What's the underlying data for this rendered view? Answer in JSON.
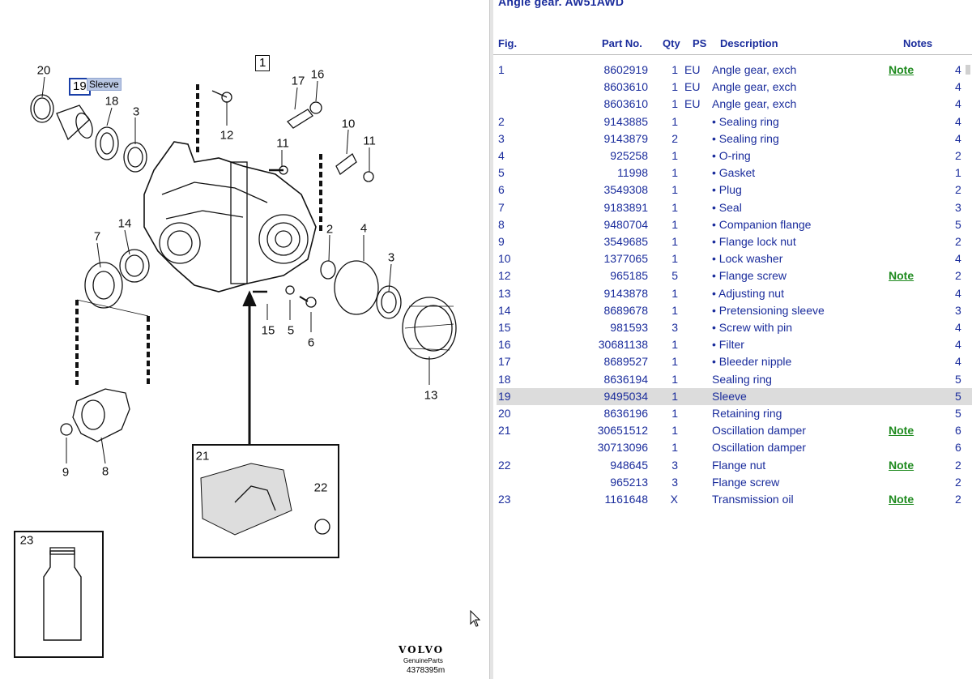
{
  "title": "Angle gear. AW51AWD",
  "columns": {
    "fig": "Fig.",
    "part_no": "Part No.",
    "qty": "Qty",
    "ps": "PS",
    "description": "Description",
    "notes": "Notes"
  },
  "rows": [
    {
      "fig": "1",
      "part_no": "8602919",
      "qty": "1",
      "ps": "EU",
      "description": "Angle gear, exch",
      "note": "Note",
      "page": "4"
    },
    {
      "fig": "",
      "part_no": "8603610",
      "qty": "1",
      "ps": "EU",
      "description": "Angle gear, exch",
      "note": "",
      "page": "4"
    },
    {
      "fig": "",
      "part_no": "8603610",
      "qty": "1",
      "ps": "EU",
      "description": "Angle gear, exch",
      "note": "",
      "page": "4"
    },
    {
      "fig": "2",
      "part_no": "9143885",
      "qty": "1",
      "ps": "",
      "description": "• Sealing ring",
      "note": "",
      "page": "4"
    },
    {
      "fig": "3",
      "part_no": "9143879",
      "qty": "2",
      "ps": "",
      "description": "• Sealing ring",
      "note": "",
      "page": "4"
    },
    {
      "fig": "4",
      "part_no": "925258",
      "qty": "1",
      "ps": "",
      "description": "• O-ring",
      "note": "",
      "page": "2"
    },
    {
      "fig": "5",
      "part_no": "11998",
      "qty": "1",
      "ps": "",
      "description": "• Gasket",
      "note": "",
      "page": "1"
    },
    {
      "fig": "6",
      "part_no": "3549308",
      "qty": "1",
      "ps": "",
      "description": "• Plug",
      "note": "",
      "page": "2"
    },
    {
      "fig": "7",
      "part_no": "9183891",
      "qty": "1",
      "ps": "",
      "description": "• Seal",
      "note": "",
      "page": "3"
    },
    {
      "fig": "8",
      "part_no": "9480704",
      "qty": "1",
      "ps": "",
      "description": "• Companion flange",
      "note": "",
      "page": "5"
    },
    {
      "fig": "9",
      "part_no": "3549685",
      "qty": "1",
      "ps": "",
      "description": "• Flange lock nut",
      "note": "",
      "page": "2"
    },
    {
      "fig": "10",
      "part_no": "1377065",
      "qty": "1",
      "ps": "",
      "description": "• Lock washer",
      "note": "",
      "page": "4"
    },
    {
      "fig": "12",
      "part_no": "965185",
      "qty": "5",
      "ps": "",
      "description": "• Flange screw",
      "note": "Note",
      "page": "2"
    },
    {
      "fig": "13",
      "part_no": "9143878",
      "qty": "1",
      "ps": "",
      "description": "• Adjusting nut",
      "note": "",
      "page": "4"
    },
    {
      "fig": "14",
      "part_no": "8689678",
      "qty": "1",
      "ps": "",
      "description": "• Pretensioning sleeve",
      "note": "",
      "page": "3"
    },
    {
      "fig": "15",
      "part_no": "981593",
      "qty": "3",
      "ps": "",
      "description": "• Screw with pin",
      "note": "",
      "page": "4"
    },
    {
      "fig": "16",
      "part_no": "30681138",
      "qty": "1",
      "ps": "",
      "description": "• Filter",
      "note": "",
      "page": "4"
    },
    {
      "fig": "17",
      "part_no": "8689527",
      "qty": "1",
      "ps": "",
      "description": "• Bleeder nipple",
      "note": "",
      "page": "4"
    },
    {
      "fig": "18",
      "part_no": "8636194",
      "qty": "1",
      "ps": "",
      "description": "Sealing ring",
      "note": "",
      "page": "5"
    },
    {
      "fig": "19",
      "part_no": "9495034",
      "qty": "1",
      "ps": "",
      "description": "Sleeve",
      "note": "",
      "page": "5"
    },
    {
      "fig": "20",
      "part_no": "8636196",
      "qty": "1",
      "ps": "",
      "description": "Retaining ring",
      "note": "",
      "page": "5"
    },
    {
      "fig": "21",
      "part_no": "30651512",
      "qty": "1",
      "ps": "",
      "description": "Oscillation damper",
      "note": "Note",
      "page": "6"
    },
    {
      "fig": "",
      "part_no": "30713096",
      "qty": "1",
      "ps": "",
      "description": "Oscillation damper",
      "note": "",
      "page": "6"
    },
    {
      "fig": "22",
      "part_no": "948645",
      "qty": "3",
      "ps": "",
      "description": "Flange nut",
      "note": "Note",
      "page": "2"
    },
    {
      "fig": "",
      "part_no": "965213",
      "qty": "3",
      "ps": "",
      "description": "Flange screw",
      "note": "",
      "page": "2"
    },
    {
      "fig": "23",
      "part_no": "1161648",
      "qty": "X",
      "ps": "",
      "description": "Transmission oil",
      "note": "Note",
      "page": "2"
    }
  ],
  "selected_row": 19,
  "diagram": {
    "callouts": [
      "20",
      "18",
      "3",
      "17",
      "16",
      "12",
      "11",
      "10",
      "11",
      "14",
      "7",
      "2",
      "4",
      "3",
      "15",
      "5",
      "6",
      "13",
      "9",
      "8",
      "21",
      "22",
      "23"
    ],
    "main_box": "1",
    "selected_fig": "19",
    "selected_tag": "Sleeve",
    "brand": "VOLVO",
    "brand_sub": "GenuineParts",
    "drawing_no": "4378395m"
  },
  "colors": {
    "row_text": "#1a2c9c",
    "note_link": "#1e8a1e",
    "selection": "#dcdcdc",
    "tag_bg": "#b9c7e4"
  }
}
